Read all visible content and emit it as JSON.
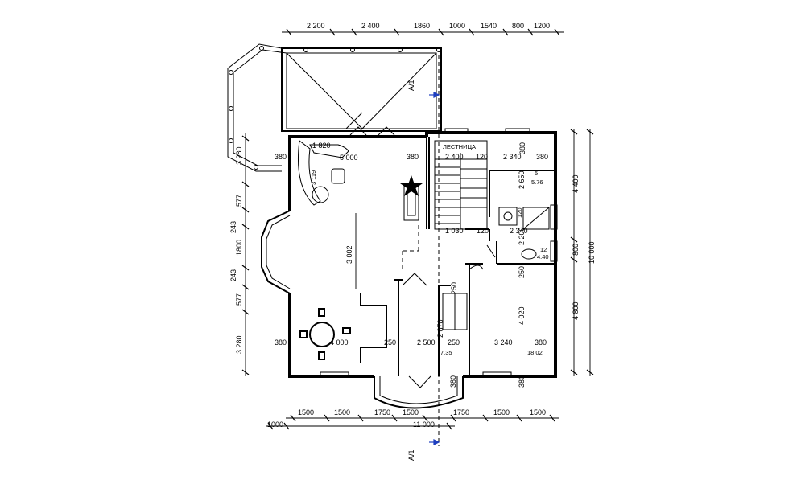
{
  "dimensions": {
    "top": [
      "2 200",
      "2 400",
      "1860",
      "1000",
      "1540",
      "800",
      "1200"
    ],
    "bottom": [
      "1500",
      "1500",
      "1750",
      "1500",
      "1750",
      "1500",
      "1500"
    ],
    "bottom_overall_left": "1000",
    "bottom_overall_mid": "11 000",
    "left": [
      "3 280",
      "577",
      "243",
      "1800",
      "243",
      "577",
      "3 280"
    ],
    "right_inner": [
      "4 400",
      "800",
      "4 800"
    ],
    "right_outer": "10 000"
  },
  "rooms": {
    "living_width": "5 000",
    "living_height": "3 002",
    "living_wall_left": "380",
    "living_wall_right": "380",
    "bay_width": "1 820",
    "sofa_label": "3 119",
    "kitchen_width": "4 000",
    "kitchen_wall_left": "380",
    "kitchen_wall_right": "250",
    "hall_width": "2 500",
    "hall_wall": "250",
    "hall_height": "2 870",
    "hall_side": "250",
    "hall_area": "7.35",
    "stair_width": "2 400",
    "stair_wall": "120",
    "stair_bottom": "1 030",
    "stair_bottom_wall": "120",
    "room5_width": "2 340",
    "room5_wall": "380",
    "room5_wall_top": "380",
    "room5_height": "2 650",
    "room5_number": "5",
    "room5_area": "5.76",
    "bath_width": "2 340",
    "bath_height": "2 200",
    "bath_wall": "120",
    "bath_number": "12",
    "bath_area": "4.40",
    "bath_bottom_wall": "250",
    "bedroom_width": "3 240",
    "bedroom_wall": "380",
    "bedroom_height": "4 020",
    "bedroom_area": "18.02",
    "porch_wall": "380",
    "stair_note": "ЛЕСТНИЦА"
  },
  "section_marks": {
    "top": "А/1",
    "bottom": "А/1"
  },
  "icons": [
    "star-icon",
    "north-arrow-icon"
  ]
}
